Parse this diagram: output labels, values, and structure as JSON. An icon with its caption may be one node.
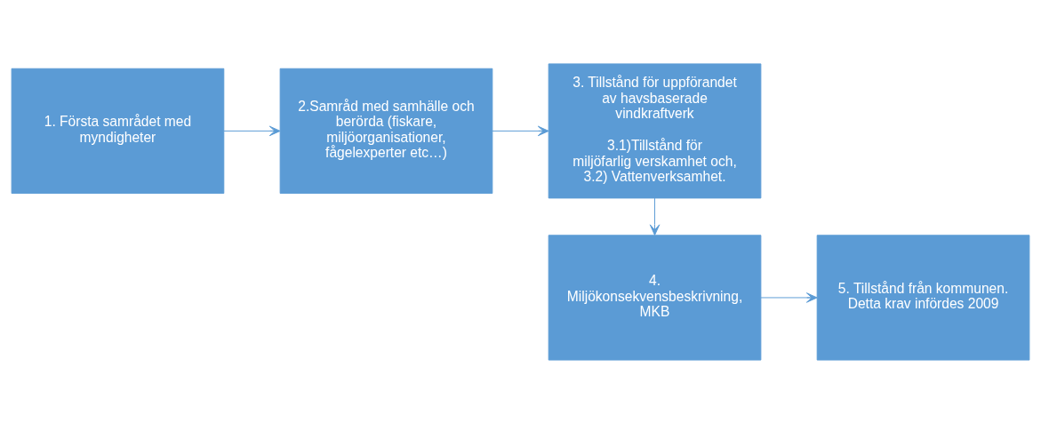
{
  "diagram": {
    "nodes": [
      {
        "text": [
          "1. Första samrådet med myndigheter"
        ]
      },
      {
        "text": [
          "2.Samråd med samhälle och berörda (fiskare, miljöorganisationer, fågelexperter etc…)"
        ]
      },
      {
        "text": [
          "3. Tillstånd för uppförandet av havsbaserade vindkraftverk",
          "3.1)Tillstånd för miljöfarlig verskamhet och, 3.2) Vattenverksamhet."
        ]
      },
      {
        "text": [
          "4. Miljökonsekvensbeskrivning, MKB"
        ]
      },
      {
        "text": [
          "5. Tillstånd från kommunen. Detta krav infördes 2009"
        ]
      }
    ],
    "edges": [
      {
        "from": 0,
        "to": 1,
        "arrow": "to"
      },
      {
        "from": 1,
        "to": 2,
        "arrow": "to"
      },
      {
        "from": 2,
        "to": 3,
        "arrow": "to"
      },
      {
        "from": 3,
        "to": 4,
        "arrow": "to"
      }
    ]
  }
}
